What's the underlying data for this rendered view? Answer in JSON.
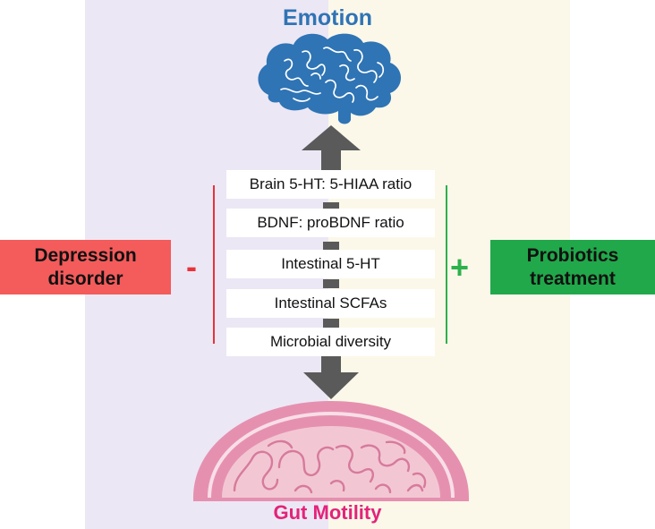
{
  "diagram": {
    "top_label": "Emotion",
    "bottom_label": "Gut Motility",
    "factors": [
      "Brain 5-HT: 5-HIAA ratio",
      "BDNF: proBDNF ratio",
      "Intestinal 5-HT",
      "Intestinal SCFAs",
      "Microbial diversity"
    ],
    "left_condition": {
      "line1": "Depression",
      "line2": "disorder",
      "sign": "-"
    },
    "right_condition": {
      "line1": "Probiotics",
      "line2": "treatment",
      "sign": "+"
    }
  },
  "colors": {
    "emotion_blue": "#2f74b5",
    "gut_pink": "#e3237a",
    "depression_red": "#f45b5b",
    "probiotics_green": "#21a84a",
    "minus_red": "#e8323a",
    "plus_green": "#2db14c",
    "arrow_gray": "#5a5a5a",
    "left_panel": "#ece7f4",
    "right_panel": "#fbf8e9"
  }
}
